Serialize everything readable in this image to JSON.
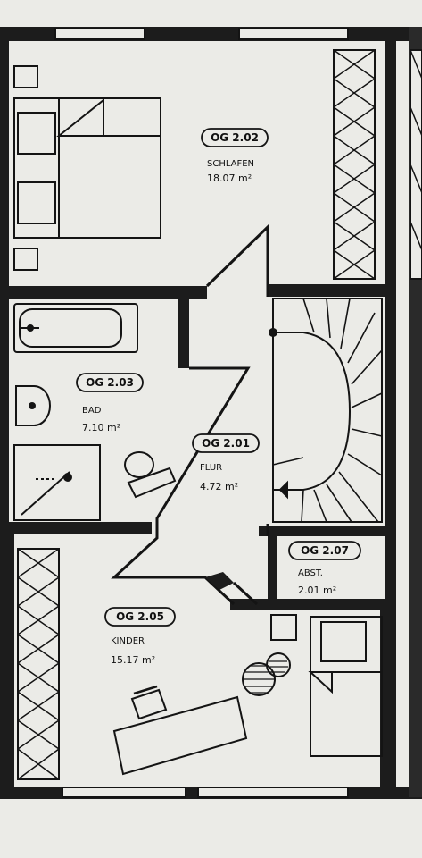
{
  "rooms": {
    "schlafen": {
      "code": "OG 2.02",
      "name": "SCHLAFEN",
      "area": "18.07 m²"
    },
    "bad": {
      "code": "OG 2.03",
      "name": "BAD",
      "area": "7.10 m²"
    },
    "flur": {
      "code": "OG 2.01",
      "name": "FLUR",
      "area": "4.72 m²"
    },
    "abst": {
      "code": "OG 2.07",
      "name": "ABST.",
      "area": "2.01 m²"
    },
    "kinder": {
      "code": "OG 2.05",
      "name": "KINDER",
      "area": "15.17 m²"
    }
  },
  "colors": {
    "ink": "#141414",
    "paper": "#ebebe7",
    "wall": "#1c1c1c"
  }
}
